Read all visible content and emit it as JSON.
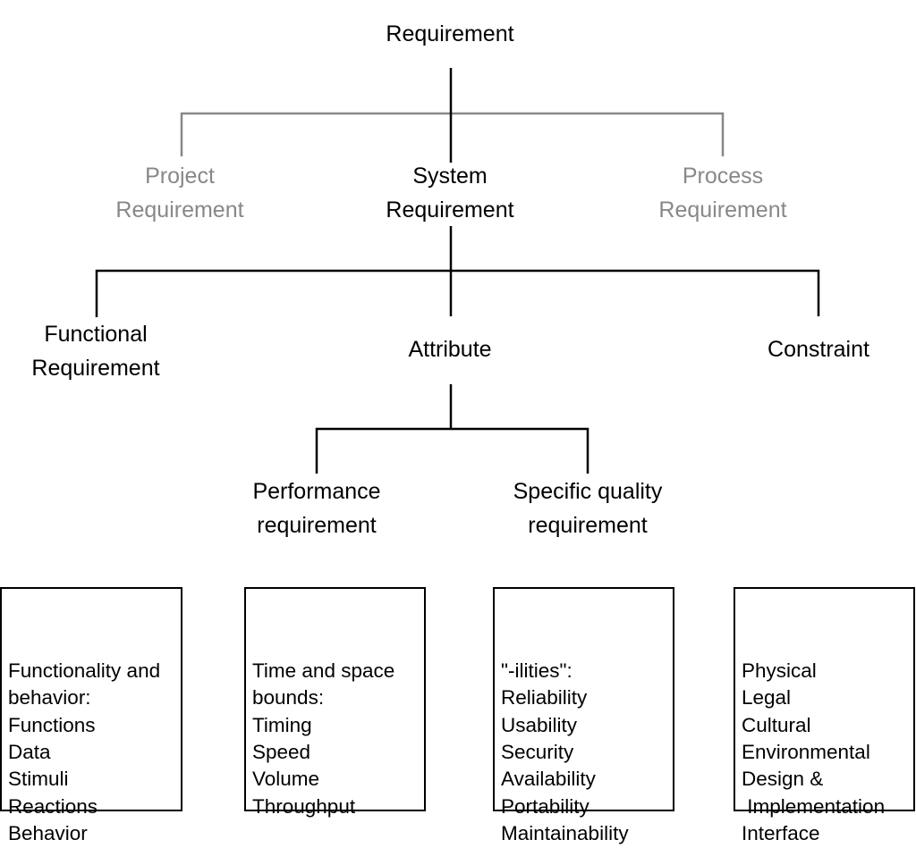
{
  "root": {
    "label": "Requirement"
  },
  "level1": [
    {
      "lines": [
        "Project",
        "Requirement"
      ],
      "color": "#888888"
    },
    {
      "lines": [
        "System",
        "Requirement"
      ],
      "color": "#000000"
    },
    {
      "lines": [
        "Process",
        "Requirement"
      ],
      "color": "#888888"
    }
  ],
  "level2": [
    {
      "lines": [
        "Functional",
        "Requirement"
      ]
    },
    {
      "lines": [
        "Attribute"
      ]
    },
    {
      "lines": [
        "Constraint"
      ]
    }
  ],
  "level3": [
    {
      "lines": [
        "Performance",
        "requirement"
      ]
    },
    {
      "lines": [
        "Specific quality",
        "requirement"
      ]
    }
  ],
  "boxes": [
    {
      "lines": [
        "Functionality and",
        "behavior:",
        "Functions",
        "Data",
        "Stimuli",
        "Reactions",
        "Behavior"
      ]
    },
    {
      "lines": [
        "Time and space",
        "bounds:",
        "Timing",
        "Speed",
        "Volume",
        "Throughput"
      ]
    },
    {
      "lines": [
        "\"-ilities\":",
        "Reliability",
        "Usability",
        "Security",
        "Availability",
        "Portability",
        "Maintainability"
      ]
    },
    {
      "lines": [
        "Physical",
        "Legal",
        "Cultural",
        "Environmental",
        "Design &",
        " Implementation",
        "Interface"
      ]
    }
  ]
}
